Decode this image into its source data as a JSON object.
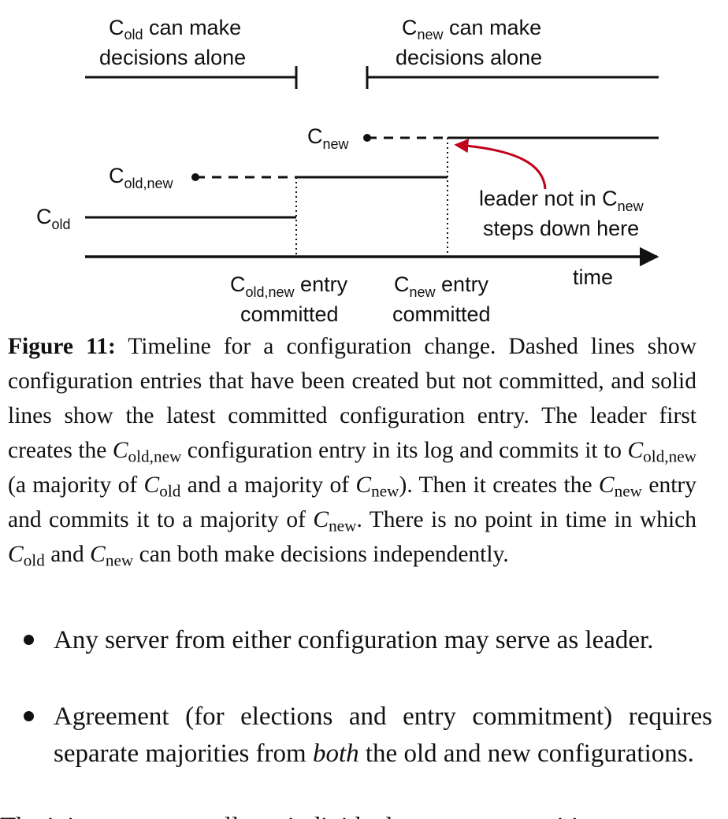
{
  "diagram": {
    "c_old_label": {
      "base": "C",
      "sub": "old",
      "text": " can make"
    },
    "c_old_line2": "decisions alone",
    "c_new_label": {
      "base": "C",
      "sub": "new",
      "text": " can make"
    },
    "c_new_line2": "decisions alone",
    "row_cnew": {
      "base": "C",
      "sub": "new"
    },
    "row_coldnew": {
      "base": "C",
      "sub": "old,new"
    },
    "row_cold": {
      "base": "C",
      "sub": "old"
    },
    "leader_note_line1": {
      "text": "leader not in C",
      "sub": "new"
    },
    "leader_note_line2": "steps down here",
    "time_label": "time",
    "coldnew_committed": {
      "base": "C",
      "sub": "old,new",
      "text": " entry",
      "line2": "committed"
    },
    "cnew_committed": {
      "base": "C",
      "sub": "new",
      "text": " entry",
      "line2": "committed"
    },
    "arrow_color": "#c0001a"
  },
  "caption": {
    "label": "Figure 11:",
    "p1": " Timeline for a configuration change. Dashed lines show configuration entries that have been created but not committed, and solid lines show the latest committed configuration entry. The leader first creates the ",
    "p2": " configuration entry in its log and commits it to ",
    "p3": " (a majority of ",
    "p4": " and a majority of ",
    "p5": "). Then it creates the ",
    "p6": " entry and commits it to a majority of ",
    "p7": ". There is no point in time in which ",
    "p8": " and ",
    "p9": " can both make decisions independently.",
    "C": "C",
    "old_new": "old,new",
    "old": "old",
    "new": "new"
  },
  "bullets": {
    "b1": "Any server from either configuration may serve as leader.",
    "b2_pre": "Agreement (for elections and entry commitment) requires separate majorities from ",
    "b2_em": "both",
    "b2_post": " the old and new configurations."
  },
  "cut_line": "The joint consensus allows individual servers to transition"
}
